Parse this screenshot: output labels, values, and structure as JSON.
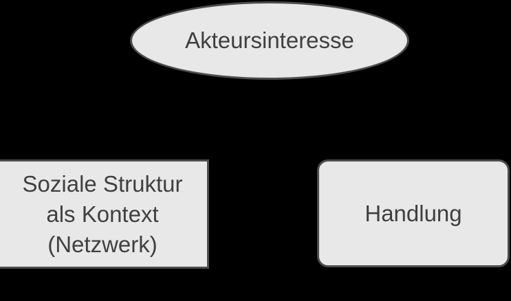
{
  "diagram": {
    "background_color": "#000000",
    "node_fill_color": "#e8e8e8",
    "node_border_color": "#4d4d4d",
    "node_text_color": "#404040",
    "nodes": {
      "interest": {
        "shape": "ellipse",
        "label": "Akteursinteresse"
      },
      "context": {
        "shape": "rectangle",
        "label": "Soziale Struktur als Kontext (Netzwerk)",
        "lines": [
          "Soziale Struktur",
          "als Kontext",
          "(Netzwerk)"
        ]
      },
      "action": {
        "shape": "rounded-rectangle",
        "label": "Handlung"
      }
    }
  }
}
